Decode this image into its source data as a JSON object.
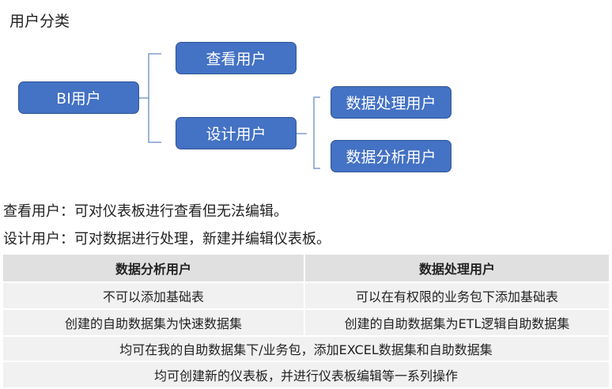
{
  "heading": "用户分类",
  "colors": {
    "node_fill": "#4472C4",
    "node_border": "#2F5597",
    "connector": "#7F9CCB",
    "table_header_bg": "#E0E0E0",
    "table_row_bg": "#F1F1F1"
  },
  "tree": {
    "root": "BI用户",
    "level1": [
      "查看用户",
      "设计用户"
    ],
    "level2": [
      "数据处理用户",
      "数据分析用户"
    ]
  },
  "descriptions": [
    "查看用户：可对仪表板进行查看但无法编辑。",
    "设计用户：可对数据进行处理，新建并编辑仪表板。"
  ],
  "table": {
    "headers": [
      "数据分析用户",
      "数据处理用户"
    ],
    "rows": [
      [
        "不可以添加基础表",
        "可以在有权限的业务包下添加基础表"
      ],
      [
        "创建的自助数据集为快速数据集",
        "创建的自助数据集为ETL逻辑自助数据集"
      ]
    ],
    "shared_rows": [
      "均可在我的自助数据集下/业务包，添加EXCEL数据集和自助数据集",
      "均可创建新的仪表板，并进行仪表板编辑等一系列操作"
    ]
  }
}
